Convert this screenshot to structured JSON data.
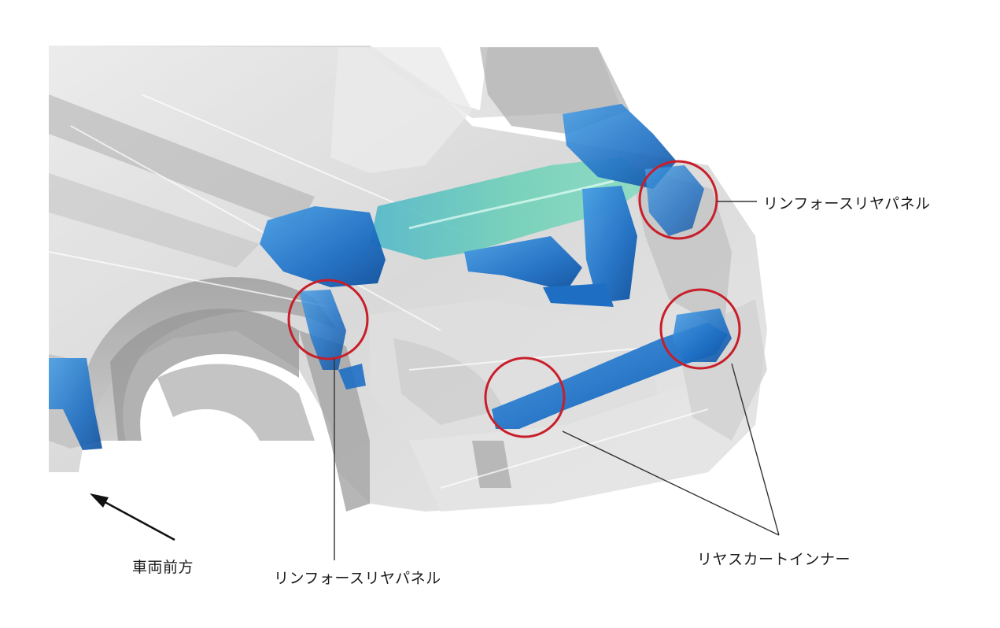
{
  "labels": {
    "reinforce_rear_panel_right": "リンフォースリヤパネル",
    "reinforce_rear_panel_left": "リンフォースリヤパネル",
    "rear_skirt_inner": "リヤスカートインナー",
    "vehicle_front": "車両前方"
  },
  "colors": {
    "highlight_circle": "#c81e2a",
    "structure_blue": "#1e73c8",
    "structure_teal": "#5fc8b4",
    "body_gray": "#b8b8b8"
  }
}
